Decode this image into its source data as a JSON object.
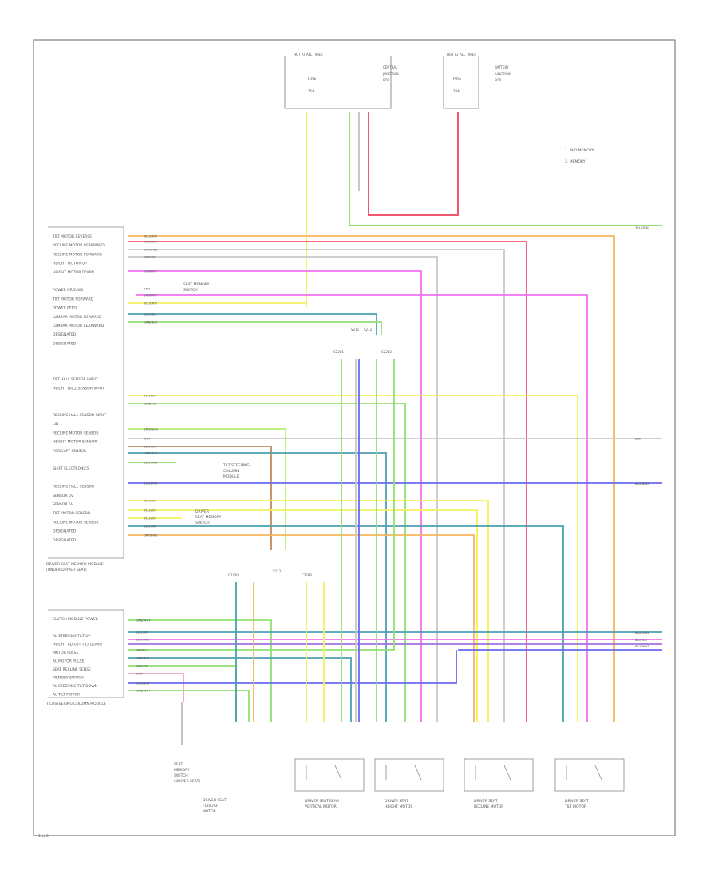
{
  "diagram": {
    "page_number": "1 of 2",
    "fuse_panel_left": [
      "HOT AT ALL TIMES",
      "FUSE",
      "15A"
    ],
    "fuse_panel_left_desc": [
      "CENTRAL",
      "JUNCTION",
      "BOX"
    ],
    "fuse_panel_right": [
      "HOT AT ALL TIMES",
      "FUSE",
      "20A"
    ],
    "fuse_panel_right_desc": [
      "BATTERY",
      "JUNCTION",
      "BOX"
    ],
    "legend": [
      "1. W/O MEMORY",
      "2. MEMORY"
    ],
    "upper_module_name": [
      "DRIVER SEAT MEMORY MODULE",
      "(UNDER DRIVER SEAT)"
    ],
    "upper_module_pins": [
      "TILT MOTOR REVERSE",
      "RECLINE MOTOR REARWARD",
      "RECLINE MOTOR FORWARD",
      "HEIGHT MOTOR UP",
      "HEIGHT MOTOR DOWN",
      "",
      "POWER GROUND",
      "TILT MOTOR FORWARD",
      "POWER FEED",
      "LUMBAR MOTOR FORWARD",
      "LUMBAR MOTOR REARWARD",
      "DESIGNATED",
      "DESIGNATED",
      "",
      "",
      "",
      "TILT HALL SENSOR INPUT",
      "HEIGHT HALL SENSOR INPUT",
      "",
      "",
      "RECLINE HALL SENSOR INPUT",
      "LIN",
      "RECLINE MOTOR SENSOR",
      "HEIGHT MOTOR SENSOR",
      "FORE/AFT SENSOR",
      "",
      "SHIFT ELECTRONICS",
      "",
      "RECLINE HALL SENSOR",
      "SENSOR 5V",
      "SENSOR 5V",
      "TILT MOTOR SENSOR",
      "RECLINE MOTOR SENSOR",
      "DESIGNATED",
      "DESIGNATED"
    ],
    "lower_module_name": "TILT/STEERING COLUMN MODULE",
    "lower_module_pins": [
      "CLUTCH MODULE POWER",
      "",
      "AL STEERING TILT UP",
      "HEIGHT ADJUST TILT DOWN",
      "MOTOR PULSE",
      "AL MOTOR PULSE",
      "SEAT RECLINE SENSE",
      "MEMORY SWITCH",
      "AL STEERING TILT DOWN",
      "AL TILT MOTOR"
    ],
    "wire_labels_upper": [
      "YEL/GRN",
      "VIO/GRN",
      "GRY/BRN",
      "WHT/YEL",
      "VIO/WHT",
      "BRN",
      "VIO/WHT",
      "YEL/GRN",
      "BLU/YEL",
      "GRN/BLU"
    ],
    "wire_labels_mid": [
      "YEL/VIO",
      "GRN/YEL",
      "BRN/GRN",
      "WHT",
      "BLU/VIO",
      "GRN/BLU",
      "BLU/GRN",
      "BLU/BRN",
      "YEL/VIO",
      "YEL/VIO",
      "YEL/VIO",
      "BLU/GRY",
      "GRY/BRN"
    ],
    "wire_labels_lower": [
      "GRN/WHT",
      "BLU/GRY",
      "BLU/GRN",
      "GRY/BLU",
      "GRN/BLU",
      "BRN/YEL",
      "WHT",
      "BLU/WHT",
      "GRN/WHT"
    ],
    "right_edge_labels": [
      "YEL/GRN",
      "WHT",
      "BLU/BRN",
      "BLU/GRN",
      "BLU/VIO",
      "BLU/WHT"
    ],
    "switch_note": [
      "SEAT MEMORY",
      "SWITCH"
    ],
    "tilt_note": [
      "TILT/STEERING",
      "COLUMN",
      "MODULE"
    ],
    "shift_note": [
      "DRIVER",
      "SEAT MEMORY",
      "SWITCH"
    ],
    "motor_labels": [
      [
        "DRIVER SEAT REAR",
        "VERTICAL MOTOR"
      ],
      [
        "DRIVER SEAT",
        "HEIGHT MOTOR"
      ],
      [
        "DRIVER SEAT",
        "RECLINE MOTOR"
      ],
      [
        "DRIVER SEAT",
        "TILT MOTOR"
      ]
    ],
    "left_switch_label": [
      "SEAT",
      "MEMORY",
      "SWITCH",
      "(DRIVER SEAT)"
    ],
    "mid_switch_label": [
      "DRIVER SEAT",
      "FORE/AFT",
      "MOTOR"
    ],
    "connector_labels_top": [
      "C2281",
      "C2282",
      "C2280",
      "C2283"
    ],
    "splice_labels": [
      "S211",
      "S212",
      "S213"
    ]
  },
  "colors": {
    "yellow": "#f2f25a",
    "orange": "#f5b75c",
    "red": "#f0566e",
    "grey": "#c8c8c8",
    "magenta": "#f070f0",
    "green": "#90e070",
    "blue": "#6a6af0",
    "teal": "#4aa0b0",
    "brown": "#c08a60",
    "violet": "#a070e0",
    "lightgreen": "#b8f070",
    "pink": "#f0a0c0"
  }
}
